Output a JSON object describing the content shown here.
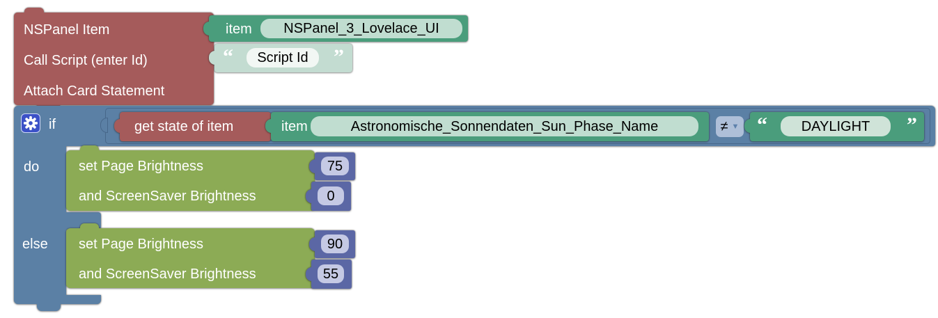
{
  "colors": {
    "workspace_bg": "#ffffff",
    "red_block": "#a55b5b",
    "blue_block": "#5b80a5",
    "green_block": "#8cab55",
    "teal_block": "#4a9d7c",
    "teal_field": "#c0ddd0",
    "string_field": "#cfe3d8",
    "shadow_block": "#c3dcd1",
    "shadow_field": "#f2f7f4",
    "number_block": "#5b67a5",
    "number_field": "#c5c9e4",
    "dropdown_chip": "#aebfd8",
    "gear_bg": "#3b51c7"
  },
  "nspanel_block": {
    "row1": "NSPanel Item",
    "row2": "Call Script (enter Id)",
    "row3": "Attach Card Statement"
  },
  "panel_item_block": {
    "label": "item",
    "value": "NSPanel_3_Lovelace_UI"
  },
  "script_id_block": {
    "open_quote": "“",
    "value": "Script Id",
    "close_quote": "”"
  },
  "if_block": {
    "if_label": "if",
    "do_label": "do",
    "else_label": "else"
  },
  "condition": {
    "get_state_label": "get state of item",
    "item_label": "item",
    "item_value": "Astronomische_Sonnendaten_Sun_Phase_Name",
    "operator": "≠",
    "operator_caret": "▼",
    "compare_open_quote": "“",
    "compare_value": "DAYLIGHT",
    "compare_close_quote": "”"
  },
  "do_branch": {
    "page_label": "set Page Brightness",
    "page_value": "75",
    "saver_label": "and ScreenSaver Brightness",
    "saver_value": "0"
  },
  "else_branch": {
    "page_label": "set Page Brightness",
    "page_value": "90",
    "saver_label": "and ScreenSaver Brightness",
    "saver_value": "55"
  }
}
